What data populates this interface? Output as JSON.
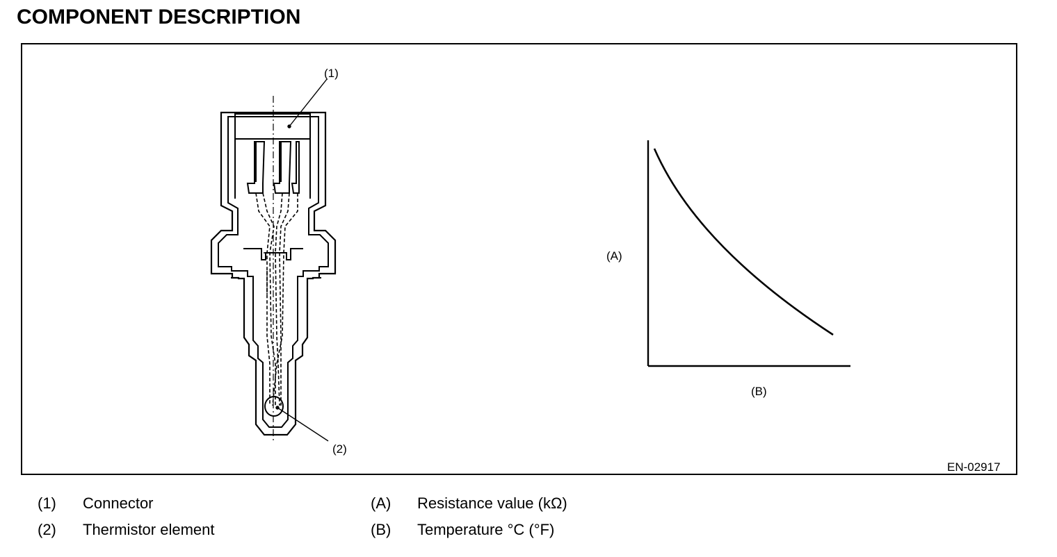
{
  "heading": "COMPONENT DESCRIPTION",
  "figure": {
    "callout_1": "(1)",
    "callout_2": "(2)",
    "axis_a": "(A)",
    "axis_b": "(B)",
    "code": "EN-02917"
  },
  "legend": [
    {
      "num": "(1)",
      "text": "Connector"
    },
    {
      "num": "(2)",
      "text": "Thermistor element"
    },
    {
      "num": "(A)",
      "text": "Resistance value (kΩ)"
    },
    {
      "num": "(B)",
      "text": "Temperature °C (°F)"
    }
  ]
}
